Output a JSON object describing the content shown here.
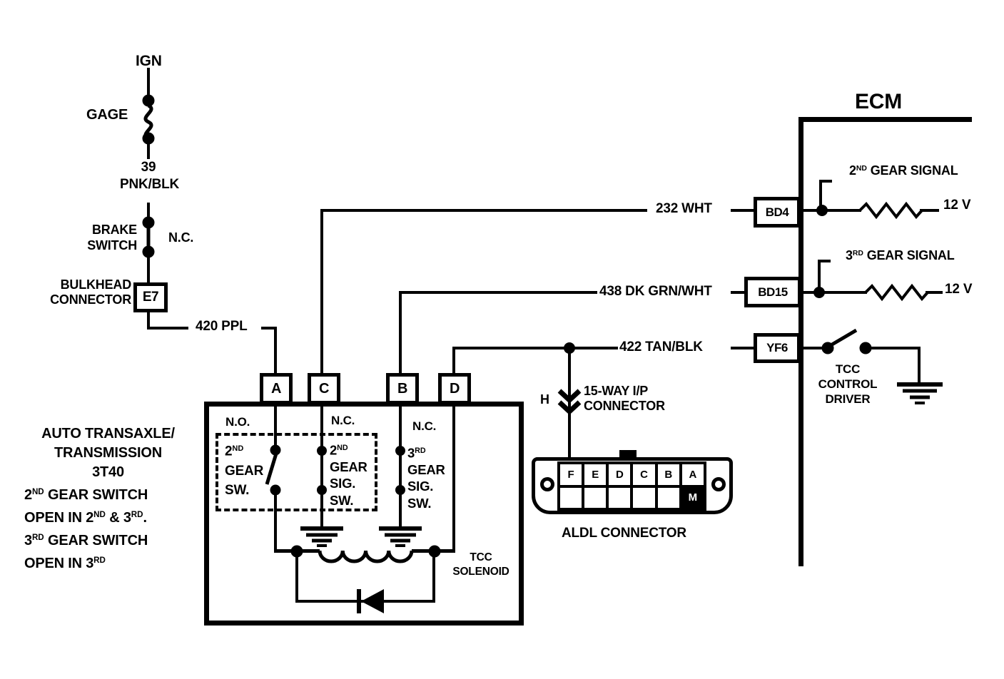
{
  "colors": {
    "ink": "#000000",
    "paper": "#ffffff"
  },
  "power": {
    "ign": "IGN",
    "fuse": "GAGE",
    "circuit": "39",
    "color": "PNK/BLK",
    "brake1": "BRAKE",
    "brake2": "SWITCH",
    "nc": "N.C.",
    "bulkhead1": "BULKHEAD",
    "bulkhead2": "CONNECTOR",
    "pin": "E7",
    "wire420": "420 PPL"
  },
  "note": {
    "lines": [
      [
        {
          "t": "AUTO TRANSAXLE/"
        }
      ],
      [
        {
          "t": "TRANSMISSION"
        }
      ],
      [
        {
          "t": "3T40"
        }
      ],
      [
        {
          "t": "2"
        },
        {
          "s": "ND"
        },
        {
          "t": " GEAR SWITCH"
        }
      ],
      [
        {
          "t": "OPEN IN 2"
        },
        {
          "s": "ND"
        },
        {
          "t": " & 3"
        },
        {
          "s": "RD"
        },
        {
          "t": "."
        }
      ],
      [
        {
          "t": "3"
        },
        {
          "s": "RD"
        },
        {
          "t": " GEAR SWITCH"
        }
      ],
      [
        {
          "t": "OPEN IN 3"
        },
        {
          "s": "RD"
        }
      ]
    ]
  },
  "solenoid_box": {
    "pins": [
      "A",
      "C",
      "B",
      "D"
    ],
    "no_label": "N.O.",
    "nc_mid": "N.C.",
    "nc_right": "N.C.",
    "sw_2nd": [
      [
        {
          "t": "2"
        },
        {
          "s": "ND"
        }
      ],
      [
        {
          "t": "GEAR"
        }
      ],
      [
        {
          "t": "SW."
        }
      ]
    ],
    "sig_2nd": [
      [
        {
          "t": "2"
        },
        {
          "s": "ND"
        }
      ],
      [
        {
          "t": "GEAR"
        }
      ],
      [
        {
          "t": "SIG."
        }
      ],
      [
        {
          "t": "SW."
        }
      ]
    ],
    "sig_3rd": [
      [
        {
          "t": "3"
        },
        {
          "s": "RD"
        }
      ],
      [
        {
          "t": "GEAR"
        }
      ],
      [
        {
          "t": "SIG."
        }
      ],
      [
        {
          "t": "SW."
        }
      ]
    ],
    "solenoid1": "TCC",
    "solenoid2": "SOLENOID"
  },
  "wires": {
    "w232": "232 WHT",
    "w438": "438 DK GRN/WHT",
    "w422": "422 TAN/BLK"
  },
  "ecm": {
    "title": "ECM",
    "pin_bd4": "BD4",
    "pin_bd15": "BD15",
    "pin_yf6": "YF6",
    "sig2": [
      {
        "t": "2"
      },
      {
        "s": "ND"
      },
      {
        "t": " GEAR SIGNAL"
      }
    ],
    "sig3": [
      {
        "t": "3"
      },
      {
        "s": "RD"
      },
      {
        "t": " GEAR SIGNAL"
      }
    ],
    "v12_2nd": "12 V",
    "v12_3rd": "12 V",
    "driver": [
      "TCC",
      "CONTROL",
      "DRIVER"
    ]
  },
  "ip_connector": {
    "h": "H",
    "line1": "15-WAY I/P",
    "line2": "CONNECTOR"
  },
  "aldl": {
    "pins_top": [
      "F",
      "E",
      "D",
      "C",
      "B",
      "A"
    ],
    "pin_m": "M",
    "label": "ALDL CONNECTOR"
  }
}
